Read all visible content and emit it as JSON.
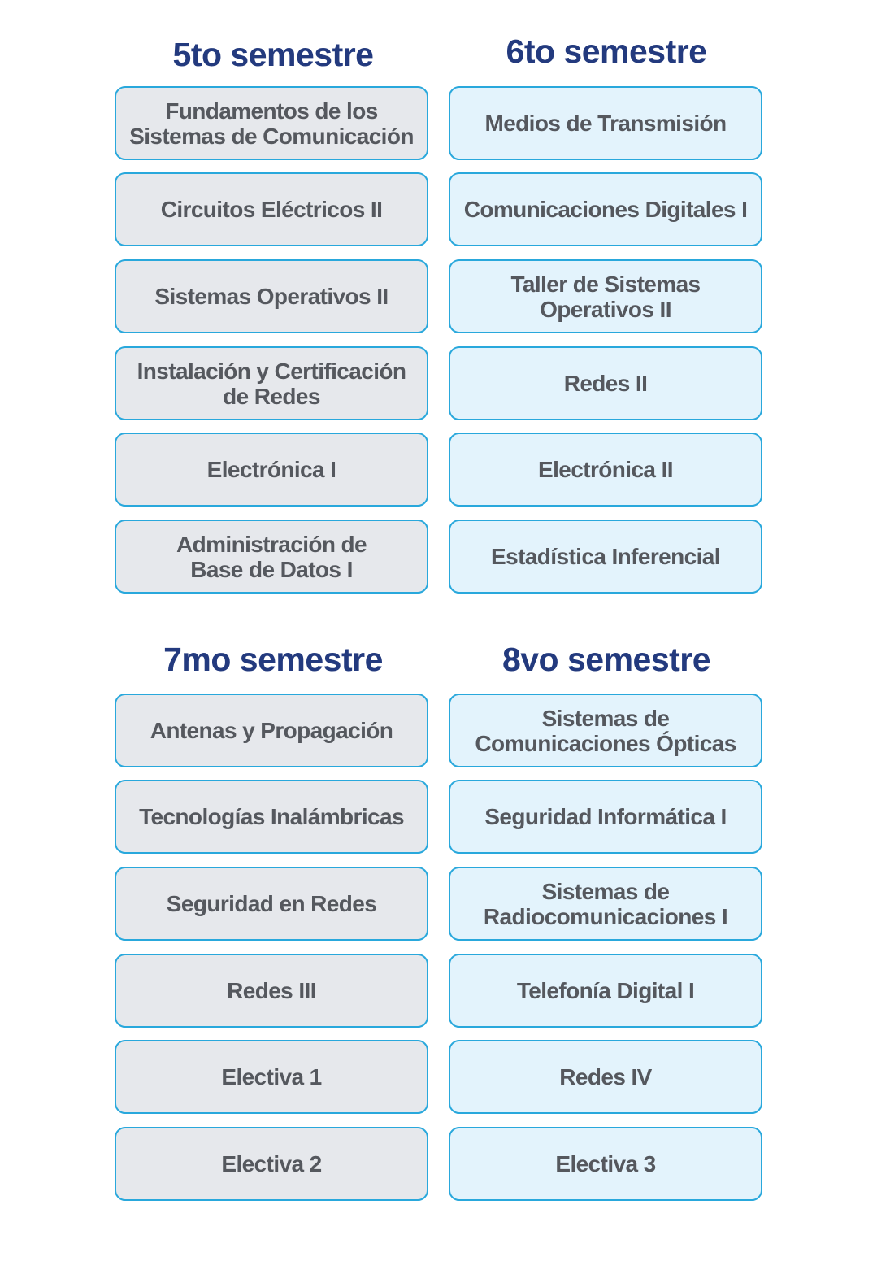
{
  "semesters": [
    {
      "title": "5to semestre",
      "courses": [
        "Fundamentos de los\nSistemas de Comunicación",
        "Circuitos Eléctricos II",
        "Sistemas Operativos II",
        "Instalación y Certificación\nde Redes",
        "Electrónica I",
        "Administración de\nBase de Datos I"
      ]
    },
    {
      "title": "6to semestre",
      "courses": [
        "Medios de Transmisión",
        "Comunicaciones Digitales I",
        "Taller de Sistemas\nOperativos II",
        "Redes II",
        "Electrónica II",
        "Estadística Inferencial"
      ]
    },
    {
      "title": "7mo semestre",
      "courses": [
        "Antenas y Propagación",
        "Tecnologías Inalámbricas",
        "Seguridad en Redes",
        "Redes III",
        "Electiva 1",
        "Electiva 2"
      ]
    },
    {
      "title": "8vo semestre",
      "courses": [
        "Sistemas de\nComunicaciones Ópticas",
        "Seguridad Informática I",
        "Sistemas de\nRadiocomunicaciones I",
        "Telefonía Digital I",
        "Redes IV",
        "Electiva 3"
      ]
    }
  ],
  "colors": {
    "title": "#233a7e",
    "text": "#55585e",
    "border": "#29a8dc",
    "left_fill": "#e6e8ec",
    "right_fill": "#e3f3fc"
  }
}
